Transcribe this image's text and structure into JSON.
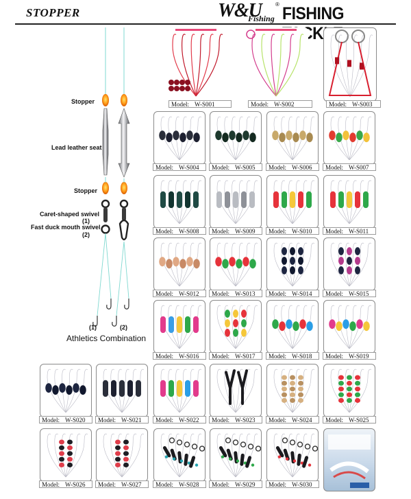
{
  "header": {
    "left_title": "STOPPER",
    "logo_wu": "W&U",
    "logo_fishing": "Fishing",
    "logo_reg": "®",
    "right_title": "FISHING TACKLE"
  },
  "diagram": {
    "labels": {
      "stopper_top": "Stopper",
      "lead_seat": "Lead leather seat",
      "stopper_mid": "Stopper",
      "caret_swivel": "Caret-shaped swivel",
      "caret_num": "(1)",
      "duck_swivel": "Fast duck mouth swivel",
      "duck_num": "(2)",
      "hook_num_1": "(1)",
      "hook_num_2": "(2)",
      "combination": "Athletics Combination"
    }
  },
  "model_prefix": "Model:",
  "products": [
    {
      "code": "W-S001",
      "colors": [
        "#e23a4a",
        "#c0182a"
      ],
      "style": "lines"
    },
    {
      "code": "W-S002",
      "colors": [
        "#d33c8c",
        "#b7e36a"
      ],
      "style": "lines"
    },
    {
      "code": "W-S003",
      "colors": [
        "#d81e2e",
        "#b01020"
      ],
      "style": "triangle"
    },
    {
      "code": "W-S004",
      "colors": [
        "#2a2e3a",
        "#1d2030"
      ],
      "style": "oval"
    },
    {
      "code": "W-S005",
      "colors": [
        "#1e3a2e",
        "#142a20"
      ],
      "style": "oval"
    },
    {
      "code": "W-S006",
      "colors": [
        "#c8a96a",
        "#a88a50"
      ],
      "style": "oval"
    },
    {
      "code": "W-S007",
      "colors": [
        "#e23b30",
        "#3aa84a",
        "#f2c23a"
      ],
      "style": "oval"
    },
    {
      "code": "W-S008",
      "colors": [
        "#1f4a44",
        "#123430"
      ],
      "style": "long"
    },
    {
      "code": "W-S009",
      "colors": [
        "#b9bcc2",
        "#8e9198"
      ],
      "style": "long"
    },
    {
      "code": "W-S010",
      "colors": [
        "#e6333b",
        "#2ea84a",
        "#f5c73a"
      ],
      "style": "long"
    },
    {
      "code": "W-S011",
      "colors": [
        "#e6333b",
        "#2ea84a",
        "#f5c73a"
      ],
      "style": "long"
    },
    {
      "code": "W-S012",
      "colors": [
        "#e0a884",
        "#c88a66"
      ],
      "style": "oval"
    },
    {
      "code": "W-S013",
      "colors": [
        "#e6333b",
        "#2ea84a"
      ],
      "style": "oval"
    },
    {
      "code": "W-S014",
      "colors": [
        "#1d2540",
        "#11182e"
      ],
      "style": "column"
    },
    {
      "code": "W-S015",
      "colors": [
        "#1d2540",
        "#b43a8c"
      ],
      "style": "column"
    },
    {
      "code": "W-S016",
      "colors": [
        "#e23b8c",
        "#3a9ee6",
        "#f5c73a",
        "#2ea84a"
      ],
      "style": "long"
    },
    {
      "code": "W-S017",
      "colors": [
        "#2ea84a",
        "#f5c73a",
        "#e6333b"
      ],
      "style": "column"
    },
    {
      "code": "W-S018",
      "colors": [
        "#2ea84a",
        "#e6333b",
        "#2a9ee6"
      ],
      "style": "oval"
    },
    {
      "code": "W-S019",
      "colors": [
        "#e23b8c",
        "#f5c73a",
        "#2a9ee6",
        "#2ea84a"
      ],
      "style": "oval"
    },
    {
      "code": "W-S020",
      "colors": [
        "#1d2540",
        "#11182e"
      ],
      "style": "oval"
    },
    {
      "code": "W-S021",
      "colors": [
        "#2a2e3a",
        "#1d2030"
      ],
      "style": "long"
    },
    {
      "code": "W-S022",
      "colors": [
        "#e23b8c",
        "#2ea84a",
        "#f5c73a",
        "#2a9ee6"
      ],
      "style": "long"
    },
    {
      "code": "W-S023",
      "colors": [
        "#1b1b1f",
        "#2e2e36"
      ],
      "style": "vshape"
    },
    {
      "code": "W-S024",
      "colors": [
        "#d6b080",
        "#b89060"
      ],
      "style": "column"
    },
    {
      "code": "W-S025",
      "colors": [
        "#e6333b",
        "#2ea84a"
      ],
      "style": "column"
    },
    {
      "code": "W-S026",
      "colors": [
        "#e03d4a",
        "#1e1e24"
      ],
      "style": "column"
    },
    {
      "code": "W-S027",
      "colors": [
        "#e03d4a",
        "#1e1e24"
      ],
      "style": "column"
    },
    {
      "code": "W-S028",
      "colors": [
        "#1b1b1f",
        "#24a3b0"
      ],
      "style": "swivel"
    },
    {
      "code": "W-S029",
      "colors": [
        "#1b1b1f",
        "#2ea84a"
      ],
      "style": "swivel"
    },
    {
      "code": "W-S030",
      "colors": [
        "#1b1b1f",
        "#e6333b"
      ],
      "style": "swivel"
    }
  ]
}
